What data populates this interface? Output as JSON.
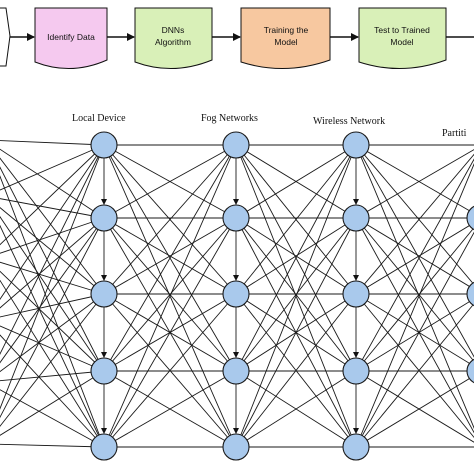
{
  "flowchart": {
    "steps": [
      {
        "lines": [
          "Identify Data"
        ],
        "color": "#f5c9ef"
      },
      {
        "lines": [
          "DNNs",
          "Algorithm"
        ],
        "color": "#d9f0b8"
      },
      {
        "lines": [
          "Training the",
          "Model"
        ],
        "color": "#f7c8a0"
      },
      {
        "lines": [
          "Test to Trained",
          "Model"
        ],
        "color": "#d9f0b8"
      }
    ],
    "arrow_color": "#111111"
  },
  "network": {
    "layers": [
      "Local Device",
      "Fog Networks",
      "Wireless Network",
      "Partiti"
    ],
    "node_color": "#a9c9ec",
    "edge_color": "#1a1a1a"
  }
}
